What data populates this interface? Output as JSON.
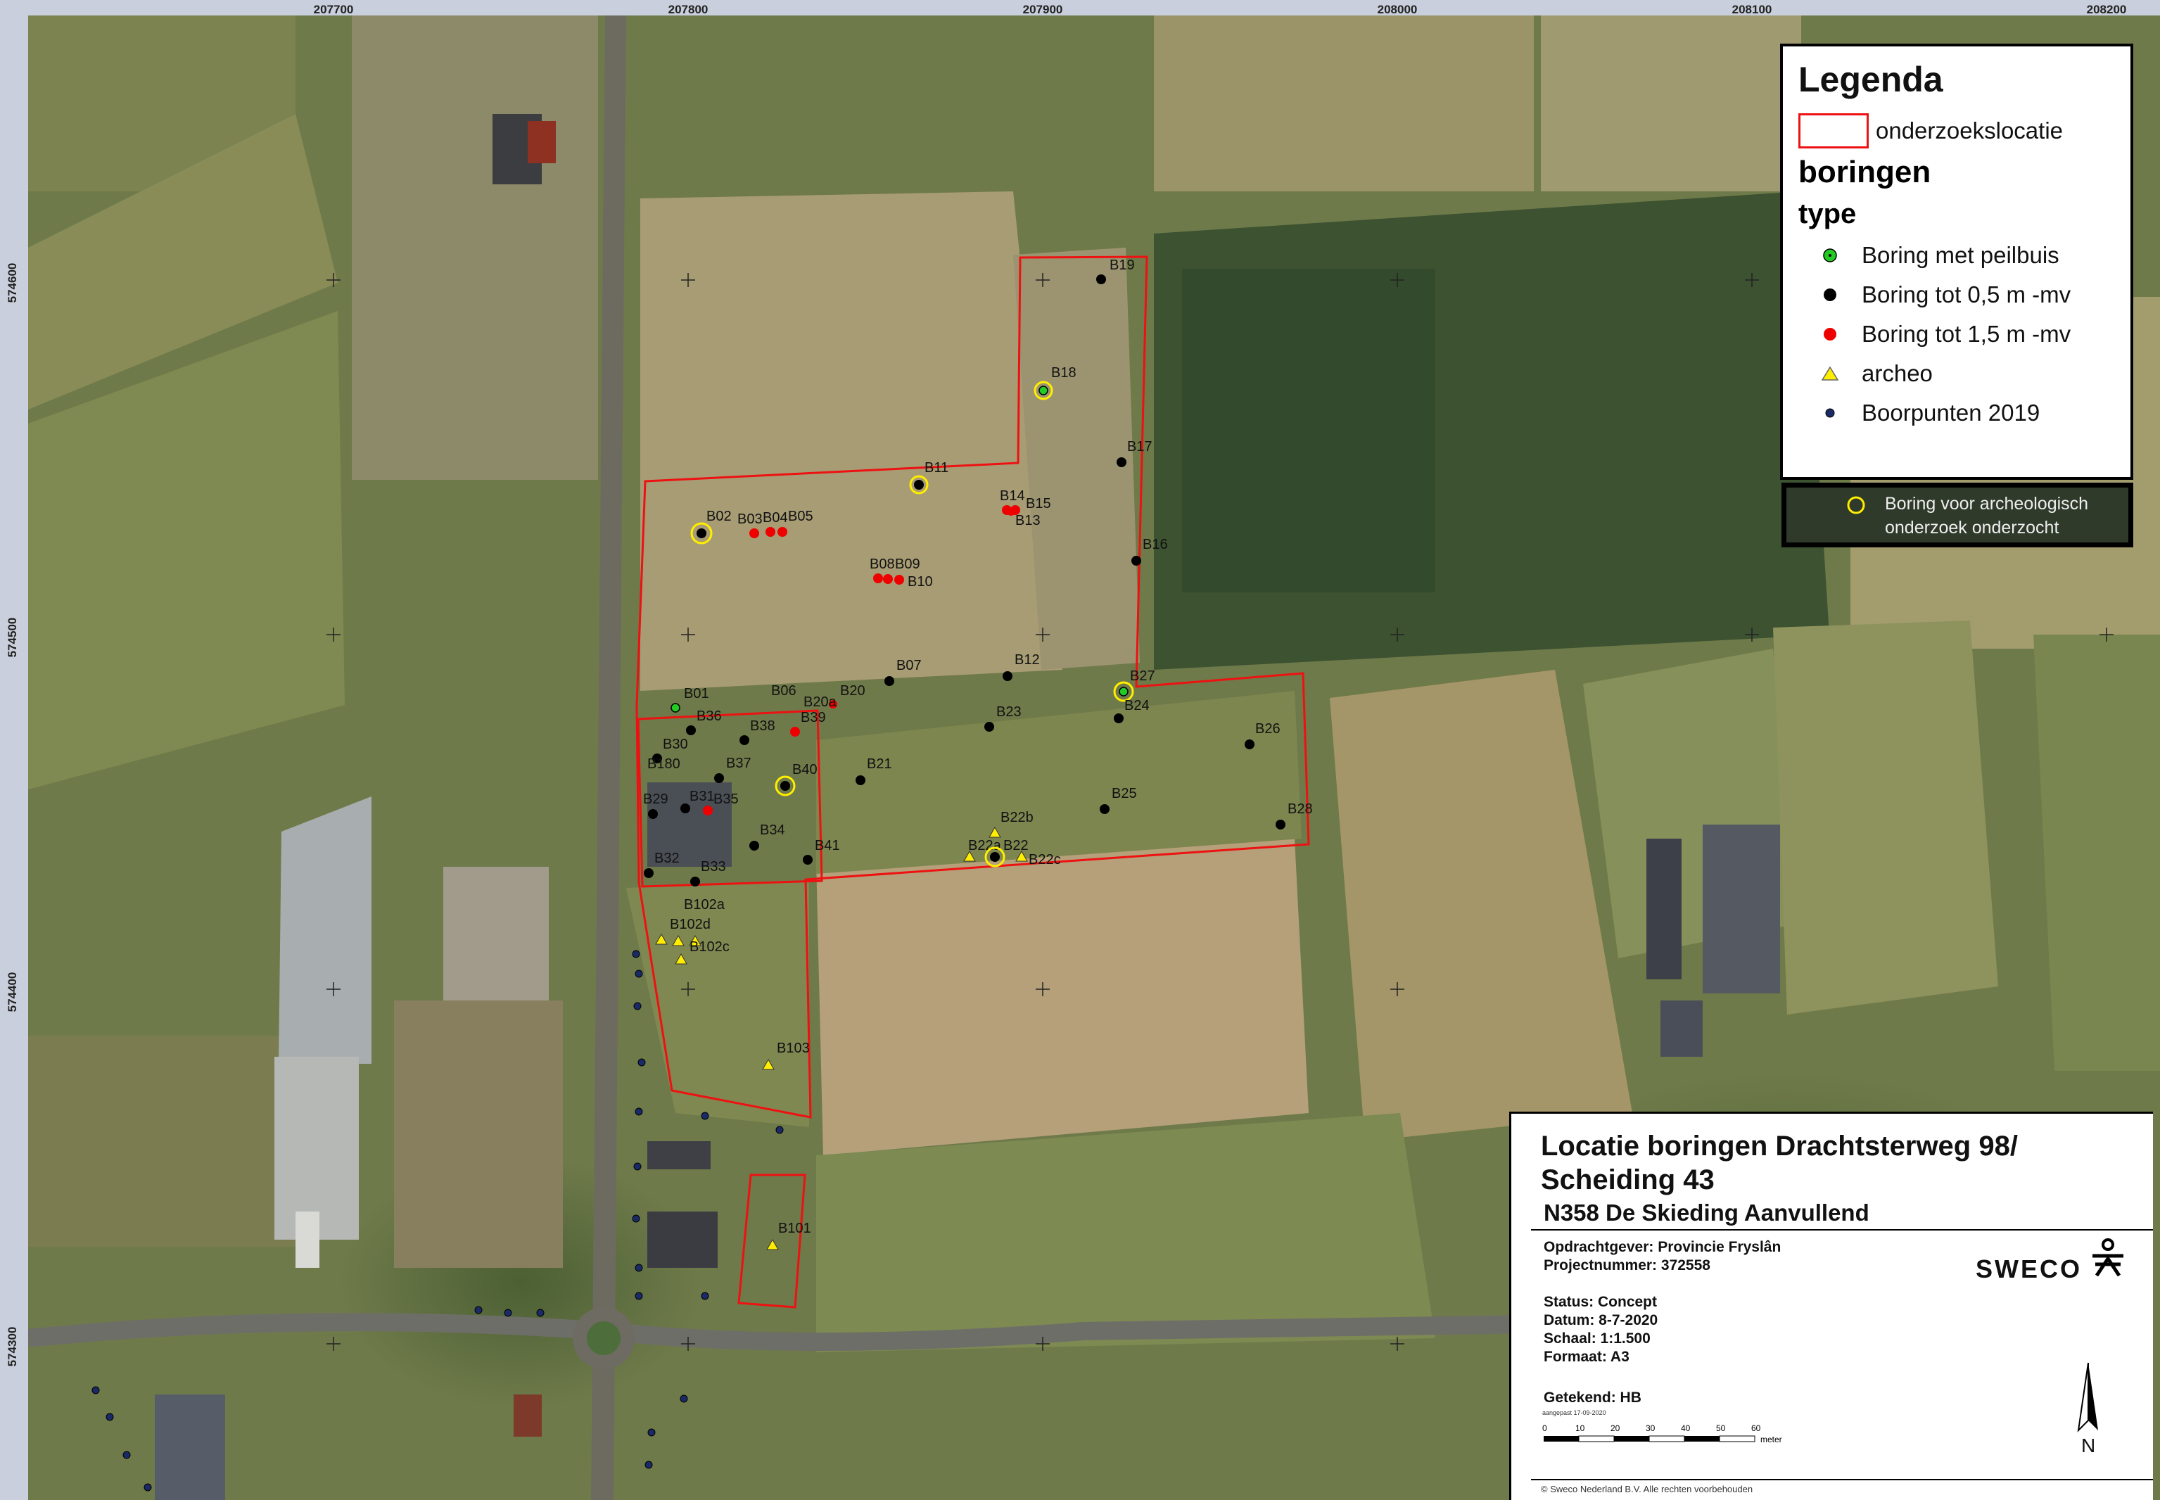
{
  "grid": {
    "x_labels": [
      "207700",
      "207800",
      "207900",
      "208000",
      "208100",
      "208200"
    ],
    "y_labels": [
      "574600",
      "574500",
      "574400",
      "574300"
    ]
  },
  "legend": {
    "title": "Legenda",
    "area_label": "onderzoekslocatie",
    "group_label": "boringen",
    "type_label": "type",
    "items": [
      {
        "label": "Boring met peilbuis",
        "color": "#22cc22"
      },
      {
        "label": "Boring tot 0,5 m -mv",
        "color": "#000000"
      },
      {
        "label": "Boring tot 1,5 m -mv",
        "color": "#ee0000"
      },
      {
        "label": "archeo",
        "color": "#ffee00"
      },
      {
        "label": "Boorpunten 2019",
        "color": "#1a2a66"
      }
    ],
    "extra_label": "Boring voor archeologisch onderzoek onderzocht"
  },
  "title_block": {
    "title_line1": "Locatie boringen Drachtsterweg 98/",
    "title_line2": "Scheiding 43",
    "subtitle": "N358 De Skieding Aanvullend",
    "client": "Opdrachtgever: Provincie Fryslân",
    "project": "Projectnummer: 372558",
    "status": "Status: Concept",
    "date": "Datum: 8-7-2020",
    "scale": "Schaal: 1:1.500",
    "format": "Formaat: A3",
    "drawn": "Getekend: HB",
    "small_note": "aangepast 17-09-2020",
    "scalebar_ticks": [
      "0",
      "10",
      "20",
      "30",
      "40",
      "50",
      "60"
    ],
    "scalebar_unit": "meter",
    "logo": "SWECO",
    "north": "N",
    "copyright": "© Sweco Nederland B.V. Alle rechten voorbehouden"
  },
  "points": [
    {
      "id": "B19",
      "type": "black"
    },
    {
      "id": "B18",
      "type": "green-ring"
    },
    {
      "id": "B17",
      "type": "black"
    },
    {
      "id": "B11",
      "type": "black-ring"
    },
    {
      "id": "B14",
      "type": "red"
    },
    {
      "id": "B15",
      "type": "red"
    },
    {
      "id": "B13",
      "type": "red"
    },
    {
      "id": "B02",
      "type": "black-ring"
    },
    {
      "id": "B03",
      "type": "red"
    },
    {
      "id": "B04",
      "type": "red"
    },
    {
      "id": "B05",
      "type": "red"
    },
    {
      "id": "B16",
      "type": "black"
    },
    {
      "id": "B08",
      "type": "red"
    },
    {
      "id": "B09",
      "type": "red"
    },
    {
      "id": "B10",
      "type": "red"
    },
    {
      "id": "B07",
      "type": "black"
    },
    {
      "id": "B12",
      "type": "black"
    },
    {
      "id": "B27",
      "type": "green-ring"
    },
    {
      "id": "B24",
      "type": "black"
    },
    {
      "id": "B01",
      "type": "green"
    },
    {
      "id": "B06",
      "type": "label"
    },
    {
      "id": "B20a",
      "type": "red"
    },
    {
      "id": "B20",
      "type": "label"
    },
    {
      "id": "B36",
      "type": "black"
    },
    {
      "id": "B38",
      "type": "black"
    },
    {
      "id": "B39",
      "type": "red"
    },
    {
      "id": "B23",
      "type": "black"
    },
    {
      "id": "B26",
      "type": "black"
    },
    {
      "id": "B30",
      "type": "black"
    },
    {
      "id": "B180",
      "type": "label"
    },
    {
      "id": "B37",
      "type": "black"
    },
    {
      "id": "B40",
      "type": "black-ring"
    },
    {
      "id": "B21",
      "type": "black"
    },
    {
      "id": "B29",
      "type": "black"
    },
    {
      "id": "B31",
      "type": "black"
    },
    {
      "id": "B35",
      "type": "red"
    },
    {
      "id": "B25",
      "type": "black"
    },
    {
      "id": "B28",
      "type": "black"
    },
    {
      "id": "B22b",
      "type": "tri"
    },
    {
      "id": "B34",
      "type": "black"
    },
    {
      "id": "B41",
      "type": "black"
    },
    {
      "id": "B22a",
      "type": "tri"
    },
    {
      "id": "B22",
      "type": "black-ring"
    },
    {
      "id": "B22c",
      "type": "tri"
    },
    {
      "id": "B32",
      "type": "black"
    },
    {
      "id": "B33",
      "type": "black"
    },
    {
      "id": "B102a",
      "type": "label"
    },
    {
      "id": "B102d",
      "type": "tri"
    },
    {
      "id": "B102c",
      "type": "tri"
    },
    {
      "id": "B103",
      "type": "tri"
    },
    {
      "id": "B101",
      "type": "tri"
    }
  ]
}
